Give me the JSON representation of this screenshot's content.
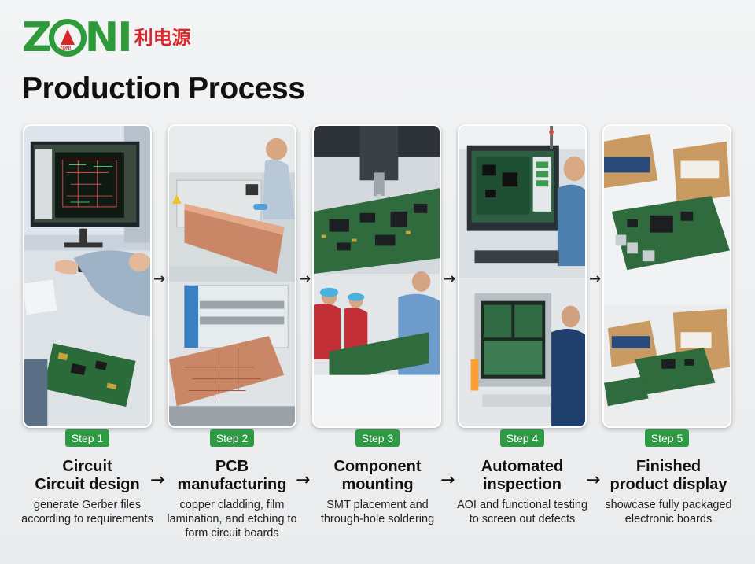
{
  "brand": {
    "logo_text": "ZONI",
    "logo_cn": "利电源",
    "logo_small": "ZONI"
  },
  "page": {
    "title": "Production Process"
  },
  "steps": [
    {
      "badge": "Step 1",
      "title_line1": "Circuit",
      "title_line2": "Circuit design",
      "desc": "generate Gerber files according to requirements"
    },
    {
      "badge": "Step 2",
      "title_line1": "PCB",
      "title_line2": "manufacturing",
      "desc": "copper cladding, film lamination, and etching to form circuit boards"
    },
    {
      "badge": "Step 3",
      "title_line1": "Component",
      "title_line2": "mounting",
      "desc": "SMT placement and through-hole soldering"
    },
    {
      "badge": "Step 4",
      "title_line1": "Automated",
      "title_line2": "inspection",
      "desc": "AOI and functional testing to screen out defects"
    },
    {
      "badge": "Step 5",
      "title_line1": "Finished",
      "title_line2": "product display",
      "desc": "showcase fully packaged electronic boards"
    }
  ],
  "colors": {
    "brand_green": "#2e9a3a",
    "brand_red": "#d8262b",
    "badge_green": "#2f9a44"
  }
}
